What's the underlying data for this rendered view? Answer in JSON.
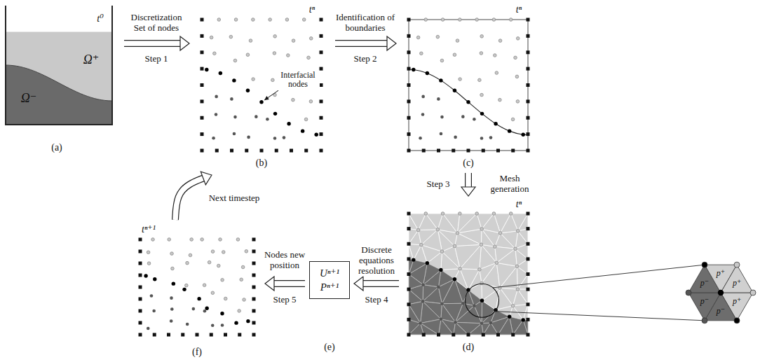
{
  "diagram": {
    "nodes": [
      {
        "text": [
          "t⁰",
          "Ω⁺",
          "Ω⁻",
          "(a)"
        ]
      },
      {
        "text": [
          "tⁿ",
          "Interfacial nodes",
          "(b)"
        ]
      },
      {
        "text": [
          "tⁿ",
          "(c)"
        ]
      },
      {
        "text": [
          "tⁿ",
          "(d)"
        ]
      },
      {
        "text": [
          "Uⁿ⁺¹",
          "Pⁿ⁺¹",
          "(e)"
        ]
      },
      {
        "text": [
          "tⁿ⁺¹",
          "(f)"
        ]
      }
    ],
    "edges": [
      {
        "from": 0,
        "to": 1,
        "arrow": "to",
        "label": "Discretization Set of nodes"
      },
      {
        "from": 1,
        "to": 2,
        "arrow": "to",
        "label": "Identification of boundaries"
      },
      {
        "from": 2,
        "to": 3,
        "arrow": "to",
        "label": "Mesh generation"
      },
      {
        "from": 3,
        "to": 4,
        "arrow": "to",
        "label": "Discrete equations resolution"
      },
      {
        "from": 4,
        "to": 5,
        "arrow": "to",
        "label": "Nodes new position"
      },
      {
        "from": 5,
        "to": 1,
        "arrow": "to",
        "label": "Next timestep"
      }
    ],
    "labels": [
      "Step 1",
      "Step 2",
      "Step 3",
      "Step 4",
      "Step 5",
      "p⁺",
      "p⁺",
      "p⁺",
      "p⁻",
      "p⁻",
      "p⁻"
    ]
  }
}
